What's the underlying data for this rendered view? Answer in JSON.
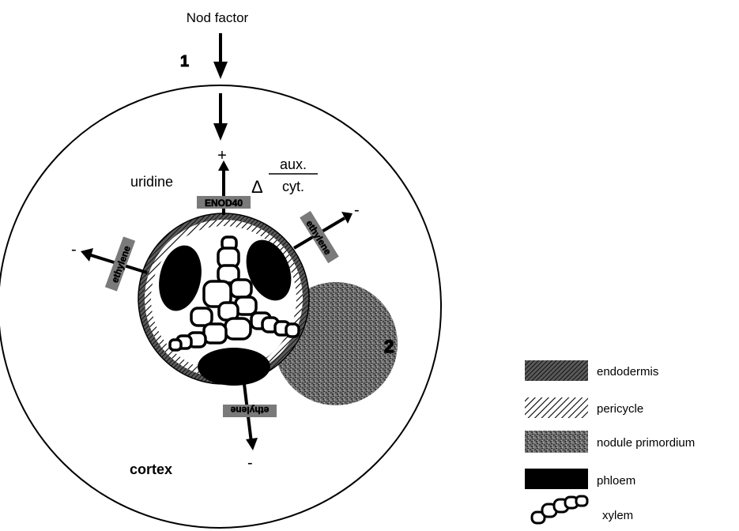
{
  "signal": {
    "label": "Nod factor"
  },
  "markers": {
    "one": "1",
    "two": "2"
  },
  "labels": {
    "uridine": "uridine",
    "delta": "Δ",
    "aux": "aux.",
    "cyt": "cyt.",
    "enod40": "ENOD40",
    "ethylene": "ethylene",
    "cortex": "cortex"
  },
  "signs": {
    "plus": "+",
    "minus": "-"
  },
  "legend": {
    "items": [
      {
        "swatch": "endodermis",
        "label": "endodermis"
      },
      {
        "swatch": "pericycle",
        "label": "pericycle"
      },
      {
        "swatch": "nodule-primordium",
        "label": "nodule primordium"
      },
      {
        "swatch": "phloem",
        "label": "phloem"
      },
      {
        "swatch": "xylem",
        "label": "xylem"
      }
    ]
  },
  "colors": {
    "ink": "#000000",
    "endodermis": "#3a3a3a",
    "primordium": "#6a6a6a",
    "paper": "#ffffff"
  }
}
